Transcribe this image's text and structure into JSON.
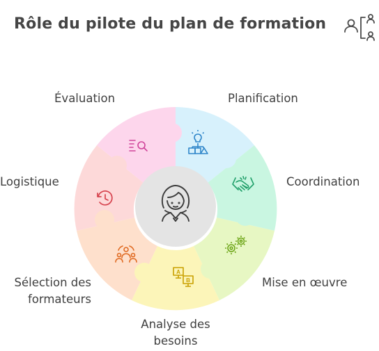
{
  "title": "Rôle du pilote du plan de formation",
  "center": {
    "icon": "pilot-woman-icon"
  },
  "segments": [
    {
      "id": "planification",
      "label": "Planification",
      "color": "#d7f1fc",
      "icon": "flowchart-idea-icon",
      "icon_color": "#2f86c9"
    },
    {
      "id": "coordination",
      "label": "Coordination",
      "color": "#c9f6e1",
      "icon": "handshake-icon",
      "icon_color": "#21a06a"
    },
    {
      "id": "mise-en-oeuvre",
      "label": "Mise en œuvre",
      "color": "#e7f7c3",
      "icon": "gears-icon",
      "icon_color": "#6ea619"
    },
    {
      "id": "analyse-besoins",
      "label_line1": "Analyse des",
      "label_line2": "besoins",
      "color": "#fcf5b9",
      "icon": "ab-screens-icon",
      "icon_color": "#c9a000"
    },
    {
      "id": "selection-formateurs",
      "label_line1": "Sélection des",
      "label_line2": "formateurs",
      "color": "#fee0cc",
      "icon": "team-icon",
      "icon_color": "#e06a22"
    },
    {
      "id": "logistique",
      "label": "Logistique",
      "color": "#fdd9d9",
      "icon": "history-clock-icon",
      "icon_color": "#d6434e"
    },
    {
      "id": "evaluation",
      "label": "Évaluation",
      "color": "#fdd6ec",
      "icon": "search-list-icon",
      "icon_color": "#d0449a"
    }
  ]
}
